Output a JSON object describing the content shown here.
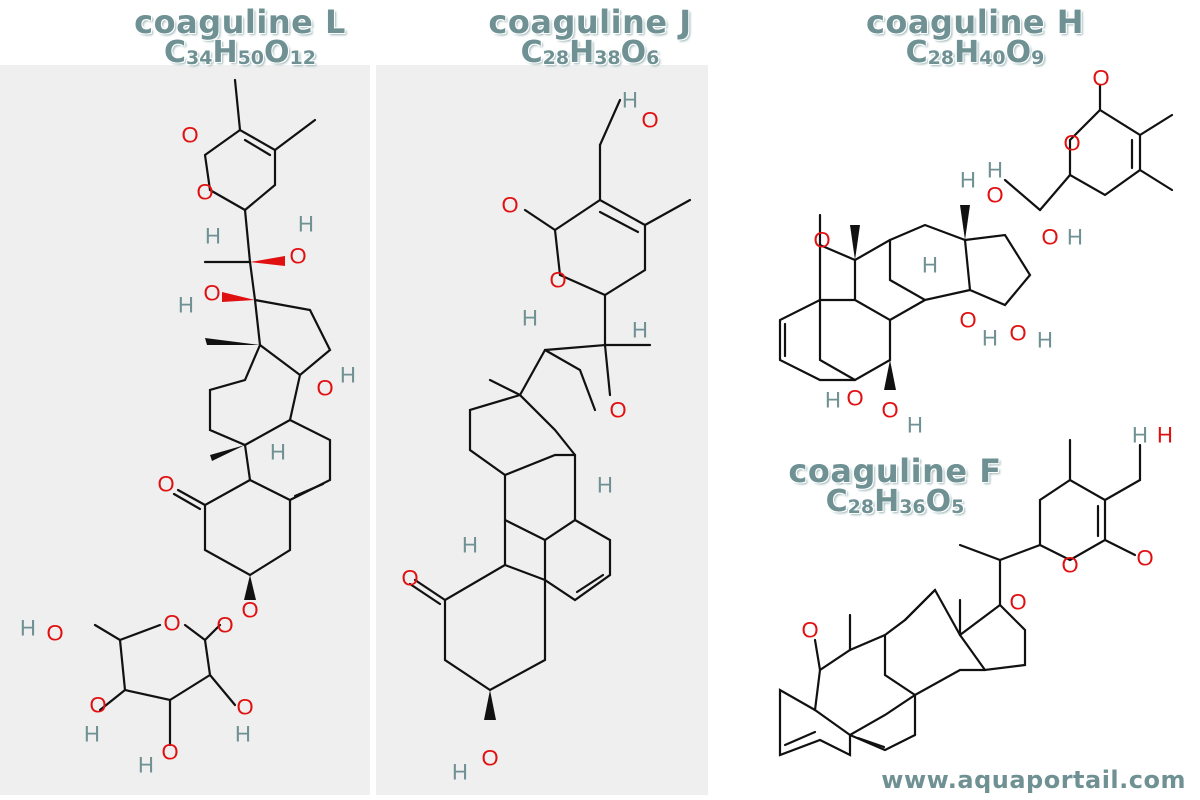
{
  "compounds": [
    {
      "name": "coaguline L",
      "formula": {
        "p1": "C",
        "n1": "34",
        "p2": "H",
        "n2": "50",
        "p3": "O",
        "n3": "12"
      }
    },
    {
      "name": "coaguline J",
      "formula": {
        "p1": "C",
        "n1": "28",
        "p2": "H",
        "n2": "38",
        "p3": "O",
        "n3": "6"
      }
    },
    {
      "name": "coaguline H",
      "formula": {
        "p1": "C",
        "n1": "28",
        "p2": "H",
        "n2": "40",
        "p3": "O",
        "n3": "9"
      }
    },
    {
      "name": "coaguline F",
      "formula": {
        "p1": "C",
        "n1": "28",
        "p2": "H",
        "n2": "36",
        "p3": "O",
        "n3": "5"
      }
    }
  ],
  "atoms": {
    "oxygen": "O",
    "hydrogen": "H"
  },
  "watermark": "www.aquaportail.com",
  "colors": {
    "title": "#6f9193",
    "oxygen": "#e01010",
    "bond": "#111111",
    "panel": "#efefef"
  }
}
